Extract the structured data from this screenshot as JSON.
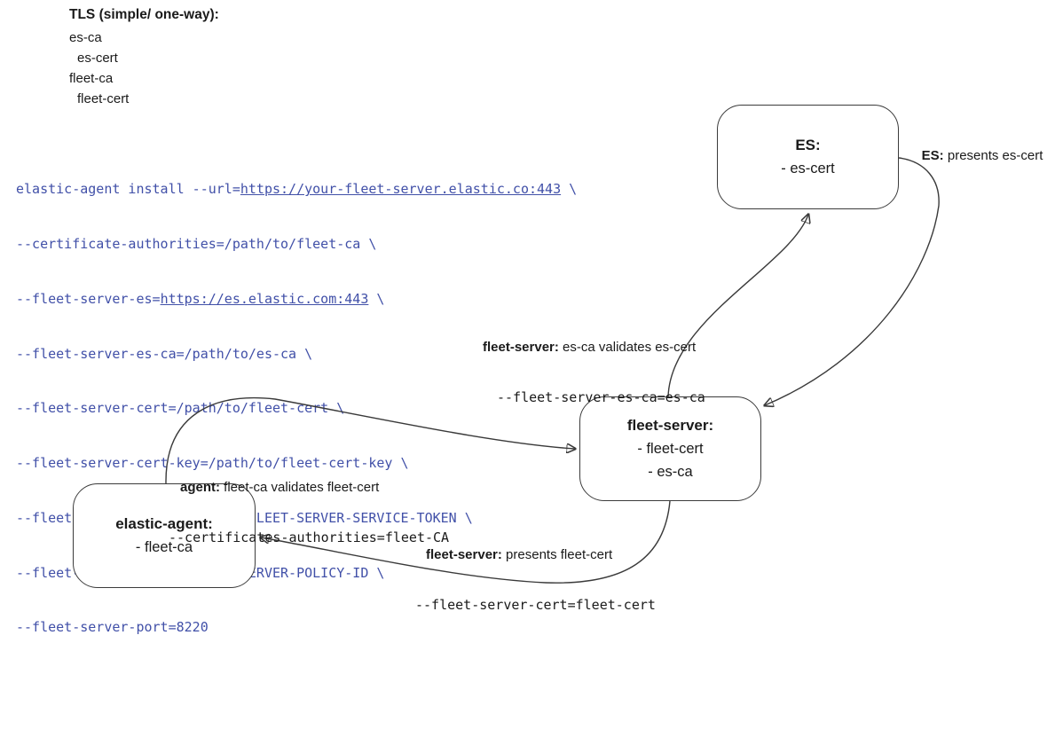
{
  "header": {
    "title": "TLS (simple/ one-way):",
    "cert_items": [
      "es-ca",
      "es-cert",
      "fleet-ca",
      "fleet-cert"
    ]
  },
  "code_block": {
    "lines": [
      {
        "pre": "elastic-agent install --url=",
        "link": "https://your-fleet-server.elastic.co:443",
        "post": " \\"
      },
      {
        "text": "--certificate-authorities=/path/to/fleet-ca \\"
      },
      {
        "pre": "--fleet-server-es=",
        "link": "https://es.elastic.com:443",
        "post": " \\"
      },
      {
        "text": "--fleet-server-es-ca=/path/to/es-ca \\"
      },
      {
        "text": "--fleet-server-cert=/path/to/fleet-cert \\"
      },
      {
        "text": "--fleet-server-cert-key=/path/to/fleet-cert-key \\"
      },
      {
        "text": "--fleet-server-service-token=FLEET-SERVER-SERVICE-TOKEN \\"
      },
      {
        "text": "--fleet-server-policy=FLEET-SERVER-POLICY-ID \\"
      },
      {
        "text": "--fleet-server-port=8220"
      }
    ]
  },
  "boxes": {
    "es": {
      "title": "ES:",
      "items": [
        "- es-cert"
      ]
    },
    "fleet_server": {
      "title": "fleet-server:",
      "items": [
        "- fleet-cert",
        "- es-ca"
      ]
    },
    "elastic_agent": {
      "title": "elastic-agent:",
      "items": [
        "- fleet-ca"
      ]
    }
  },
  "labels": {
    "es_presents": {
      "bold": "ES:",
      "rest": " presents es-cert"
    },
    "fleet_validates": {
      "bold": "fleet-server:",
      "rest": " es-ca validates es-cert",
      "code": "--fleet-server-es-ca=es-ca"
    },
    "agent_validates": {
      "bold": "agent:",
      "rest": " fleet-ca validates fleet-cert",
      "code": "--certificates-authorities=fleet-CA"
    },
    "fleet_presents": {
      "bold": "fleet-server:",
      "rest": " presents fleet-cert",
      "code": "--fleet-server-cert=fleet-cert"
    }
  },
  "colors": {
    "code_text": "#4150a8",
    "box_border": "#3b3b3b",
    "arrow": "#3a3a3a",
    "text": "#1a1a1a",
    "background": "#ffffff"
  }
}
